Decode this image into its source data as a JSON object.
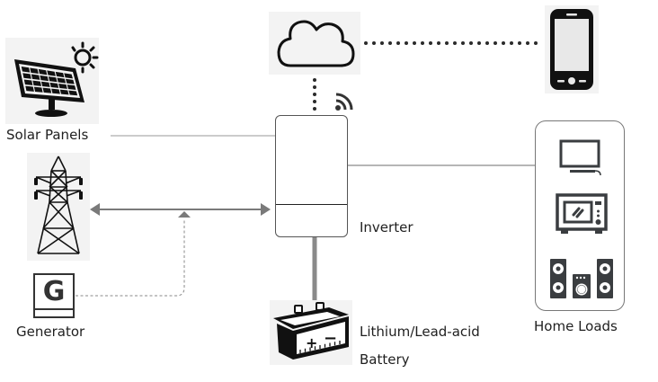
{
  "diagram": {
    "title": "Hybrid solar inverter system",
    "nodes": {
      "solar": {
        "label": "Solar Panels",
        "icon": "solar-panel-icon"
      },
      "grid": {
        "label": "",
        "icon": "power-tower-icon"
      },
      "generator": {
        "label": "Generator",
        "icon": "generator-icon",
        "glyph": "G"
      },
      "cloud": {
        "label": "",
        "icon": "cloud-icon"
      },
      "phone": {
        "label": "",
        "icon": "smartphone-icon"
      },
      "wifi": {
        "label": "",
        "icon": "wifi-signal-icon"
      },
      "inverter": {
        "label": "Inverter",
        "icon": "inverter-icon"
      },
      "battery": {
        "label_line1": "Lithium/Lead-acid",
        "label_line2": "Battery",
        "icon": "battery-icon",
        "plus": "+",
        "minus": "−"
      },
      "home_loads": {
        "label": "Home Loads",
        "items": [
          "tv-icon",
          "microwave-icon",
          "speakers-icon"
        ]
      }
    },
    "connections": [
      {
        "from": "solar",
        "to": "inverter",
        "style": "solid-thin"
      },
      {
        "from": "grid",
        "to": "inverter",
        "style": "bidirectional-arrow"
      },
      {
        "from": "generator",
        "to": "grid-line",
        "style": "dashed-arrow"
      },
      {
        "from": "inverter",
        "to": "home_loads",
        "style": "solid-thin"
      },
      {
        "from": "inverter",
        "to": "battery",
        "style": "solid-thick"
      },
      {
        "from": "inverter",
        "to": "cloud",
        "style": "dotted"
      },
      {
        "from": "cloud",
        "to": "phone",
        "style": "dotted"
      }
    ],
    "colors": {
      "line": "#8a8a8a",
      "arrow": "#7a7a7a",
      "icon": "#111111",
      "icon_bg": "#f3f3f3",
      "load_icon": "#3a3d40"
    }
  }
}
